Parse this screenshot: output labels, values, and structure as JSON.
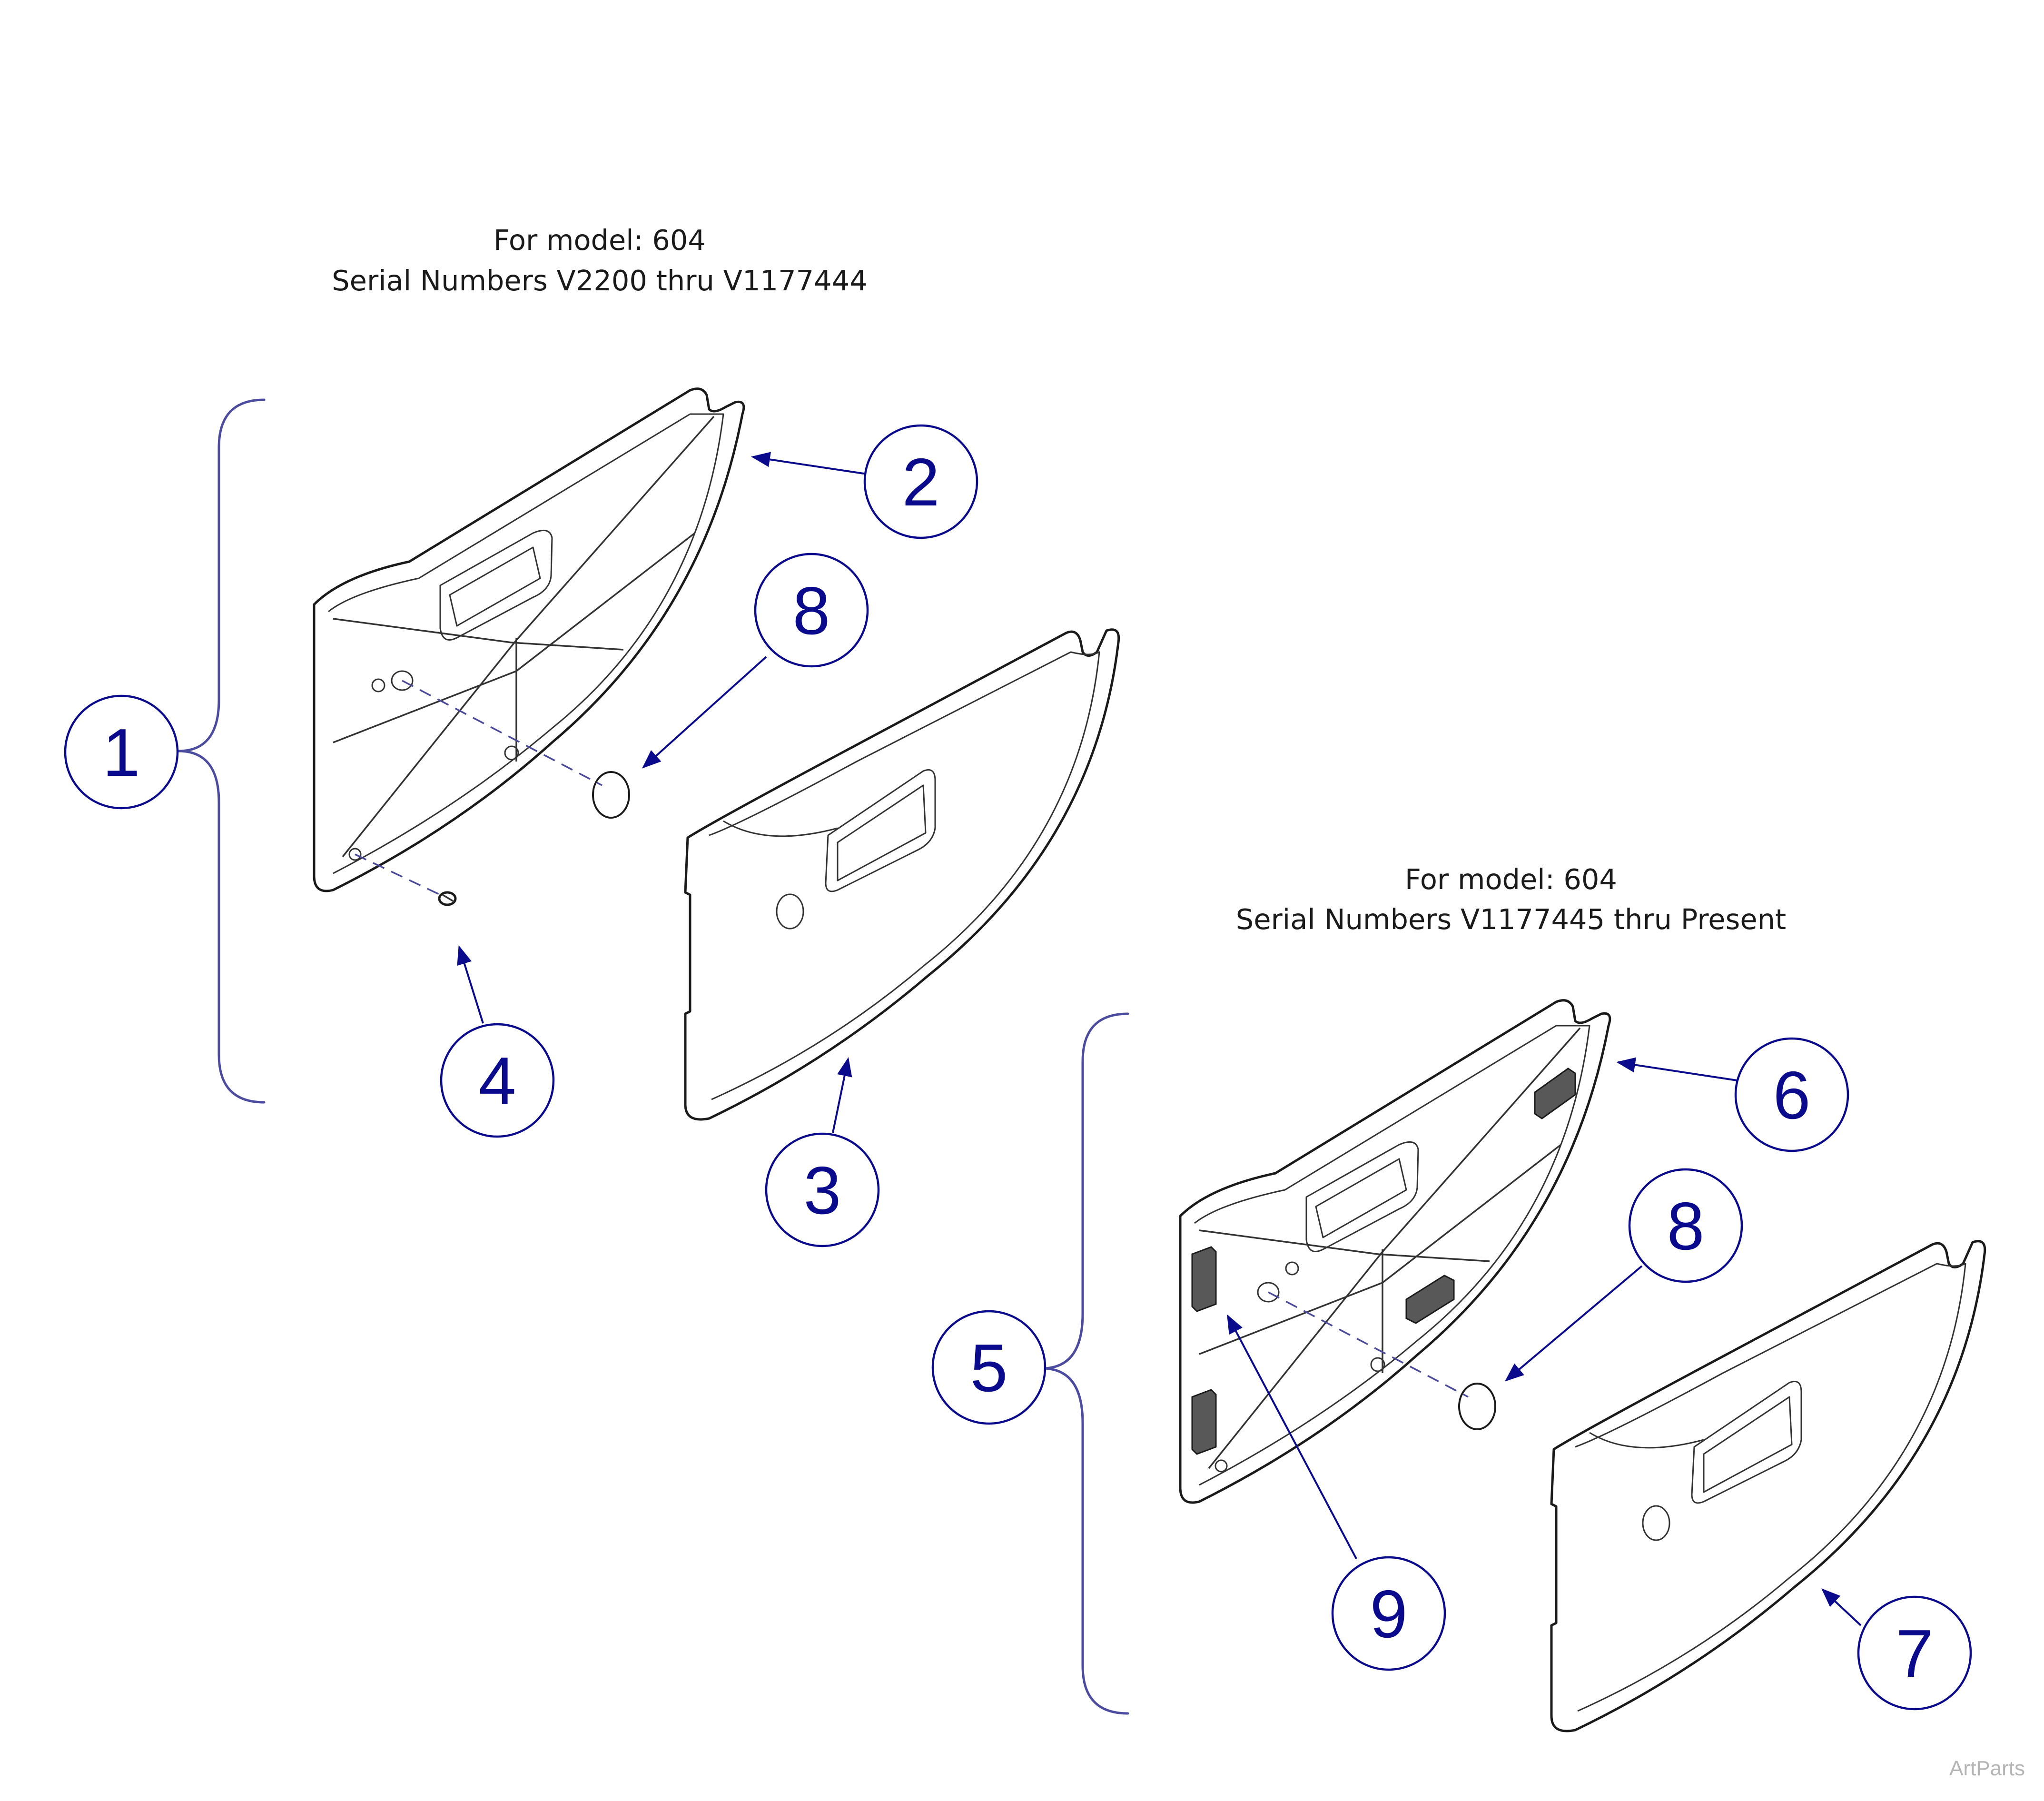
{
  "captions": {
    "top_left": {
      "line1": "For model: 604",
      "line2": "Serial Numbers V2200 thru V1177444"
    },
    "bottom_right": {
      "line1": "For model: 604",
      "line2": "Serial Numbers V1177445 thru Present"
    }
  },
  "callouts": {
    "c1": "1",
    "c2": "2",
    "c3": "3",
    "c4": "4",
    "c5": "5",
    "c6": "6",
    "c7": "7",
    "c8a": "8",
    "c8b": "8",
    "c9": "9"
  },
  "watermark": "ArtParts",
  "colors": {
    "callout": "#0a0a8c",
    "brace": "#4b4ba0",
    "line_art": "#1a1a1a",
    "pad": "#585858"
  }
}
